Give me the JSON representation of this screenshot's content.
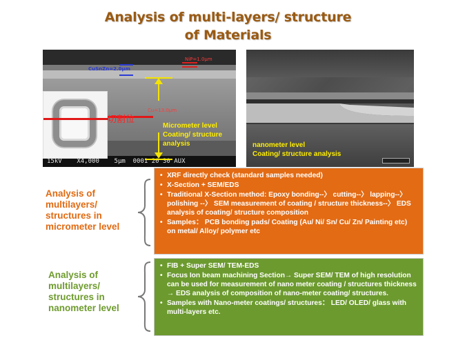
{
  "title": {
    "line1": "Analysis of multi-layers/ structure",
    "line2": "of Materials"
  },
  "sem_image": {
    "label_ni": "NiP=1.0μm",
    "label_cusnzn": "CuSnZn=2.0μm",
    "label_cu": "Cu=13.0μm",
    "inset_label": "切割位",
    "caption_line1": "Micrometer level",
    "caption_line2": "Coating/ structure",
    "caption_line3": "analysis",
    "footer": "15kV    X4,000    5μm  0001 20 30 AUX"
  },
  "tem_image": {
    "caption_line1": "nanometer level",
    "caption_line2": "Coating/ structure analysis"
  },
  "micrometer_section": {
    "label": [
      "Analysis of",
      "multilayers/",
      "structures in",
      "micrometer level"
    ],
    "items": [
      " XRF directly check (standard samples needed)",
      "X-Section + SEM/EDS",
      "Traditional X-Section method: Epoxy bonding--〉 cutting--〉 lapping--〉  polishing --〉 SEM measurement of coating / structure thickness--〉  EDS analysis of coating/ structure composition",
      " Samples： PCB bonding pads/ Coating (Au/ Ni/ Sn/ Cu/ Zn/ Painting etc) on metal/ Alloy/ polymer etc"
    ]
  },
  "nanometer_section": {
    "label": [
      "Analysis of",
      "multilayers/",
      "structures in",
      "nanometer level"
    ],
    "items": [
      "FIB + Super SEM/ TEM-EDS",
      " Focus Ion beam machining Section→ Super SEM/ TEM of high resolution can be used for measurement of nano meter coating / structures thickness → EDS analysis of composition of nano-meter coating/ structures.",
      "Samples with Nano-meter coatings/ structures： LED/ OLED/ glass with multi-layers etc."
    ]
  },
  "colors": {
    "title": "#9a5a12",
    "orange_panel": "#e36b14",
    "green_panel": "#6c9a2f",
    "caption_yellow": "#ffee00"
  }
}
